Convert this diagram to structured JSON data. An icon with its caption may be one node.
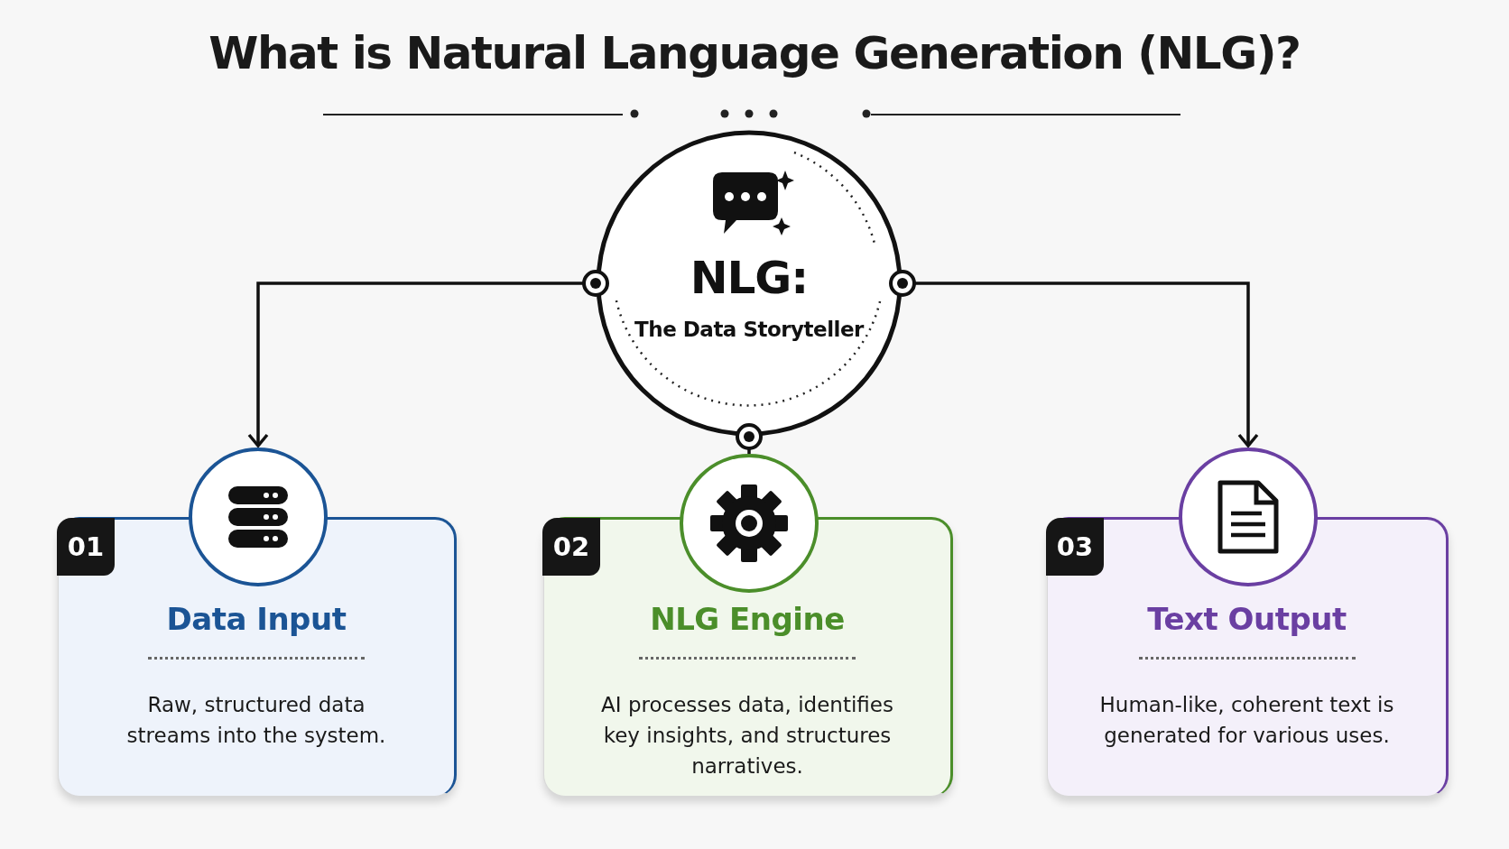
{
  "diagram": {
    "title": "What is Natural Language Generation (NLG)?",
    "nodes": [
      {
        "text": [
          "NLG:",
          "The Data Storyteller"
        ]
      },
      {
        "text": [],
        "shape": "circle"
      },
      {
        "text": [
          "01",
          "Data Input",
          "Raw, structured data streams into the system."
        ]
      },
      {
        "text": [],
        "shape": "circle"
      },
      {
        "text": [
          "02",
          "NLG Engine",
          "AI processes data, identifies key insights, and structures narratives."
        ]
      },
      {
        "text": [],
        "shape": "circle"
      },
      {
        "text": [
          "03",
          "Text Output",
          "Human-like, coherent text is generated for various uses."
        ]
      }
    ],
    "edges": [
      {
        "from": 0,
        "to": 1,
        "arrow": "to"
      },
      {
        "from": 0,
        "to": 3,
        "arrow": "other"
      },
      {
        "from": 0,
        "to": 5,
        "arrow": "to"
      }
    ]
  }
}
